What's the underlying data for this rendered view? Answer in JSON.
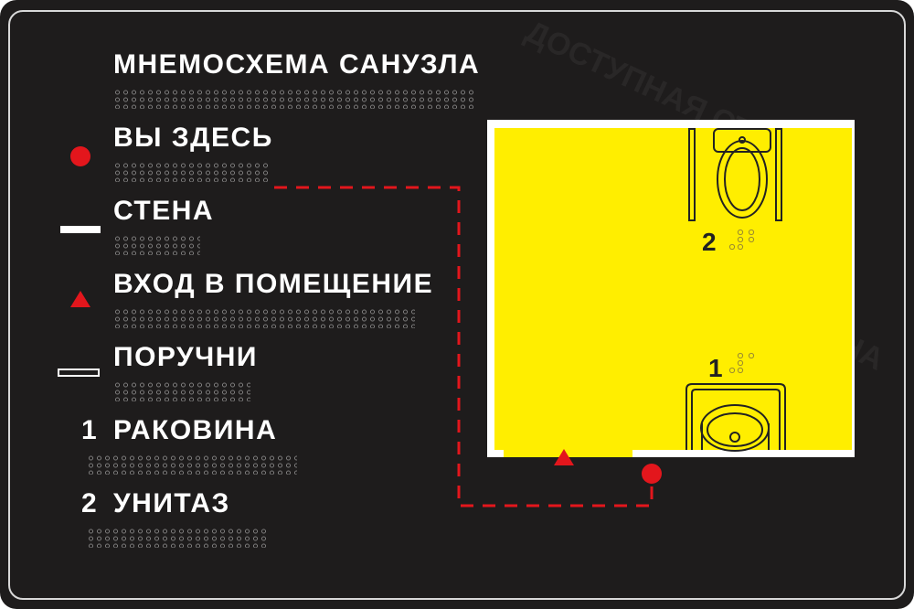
{
  "title": "МНЕМОСХЕМА САНУЗЛА",
  "legend": [
    {
      "label": "ВЫ ЗДЕСЬ",
      "icon": "red-dot-icon"
    },
    {
      "label": "СТЕНА",
      "icon": "wall-line-icon"
    },
    {
      "label": "ВХОД В ПОМЕЩЕНИЕ",
      "icon": "red-triangle-icon"
    },
    {
      "label": "ПОРУЧНИ",
      "icon": "handrail-icon"
    },
    {
      "number": "1",
      "label": "РАКОВИНА"
    },
    {
      "number": "2",
      "label": "УНИТАЗ"
    }
  ],
  "plan": {
    "sink_number": "1",
    "toilet_number": "2"
  },
  "watermark": "ДОСТУПНАЯ СТРАНА",
  "colors": {
    "background": "#1e1c1c",
    "room": "#ffee00",
    "accent": "#e3161c",
    "wall": "#ffffff"
  }
}
